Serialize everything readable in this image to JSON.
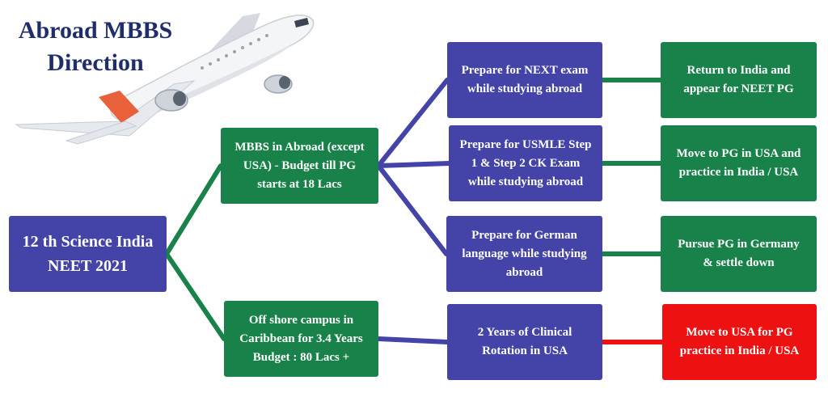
{
  "title": {
    "line1": "Abroad MBBS",
    "line2": "Direction"
  },
  "colors": {
    "blue": "#4343a8",
    "green": "#19824a",
    "red": "#ed1111",
    "title": "#1f2d6b"
  },
  "icons": {
    "airplane": "airplane-icon"
  },
  "nodes": {
    "start": "12 th Science India\nNEET 2021",
    "mbbs_abroad": "MBBS in Abroad (except\nUSA) - Budget till PG\nstarts at 18 Lacs",
    "offshore": "Off shore campus in\nCaribbean for 3.4 Years\nBudget : 80 Lacs +",
    "next_exam": "Prepare for NEXT exam\nwhile studying abroad",
    "usmle": "Prepare for USMLE Step\n1 & Step 2 CK Exam\nwhile studying abroad",
    "german": "Prepare for German\nlanguage while studying\nabroad",
    "clinical": "2 Years of Clinical\nRotation in USA",
    "return_india": "Return to India and\nappear for NEET PG",
    "pg_usa": "Move to PG in USA and\npractice in India / USA",
    "pg_germany": "Pursue PG in Germany\n& settle down",
    "usa_pg": "Move to USA for PG\npractice in India / USA"
  },
  "edges": [
    {
      "from": "start",
      "to": "mbbs_abroad",
      "color": "green"
    },
    {
      "from": "start",
      "to": "offshore",
      "color": "green"
    },
    {
      "from": "mbbs_abroad",
      "to": "next_exam",
      "color": "blue"
    },
    {
      "from": "mbbs_abroad",
      "to": "usmle",
      "color": "blue"
    },
    {
      "from": "mbbs_abroad",
      "to": "german",
      "color": "blue"
    },
    {
      "from": "offshore",
      "to": "clinical",
      "color": "blue"
    },
    {
      "from": "next_exam",
      "to": "return_india",
      "color": "green"
    },
    {
      "from": "usmle",
      "to": "pg_usa",
      "color": "green"
    },
    {
      "from": "german",
      "to": "pg_germany",
      "color": "green"
    },
    {
      "from": "clinical",
      "to": "usa_pg",
      "color": "red"
    }
  ]
}
